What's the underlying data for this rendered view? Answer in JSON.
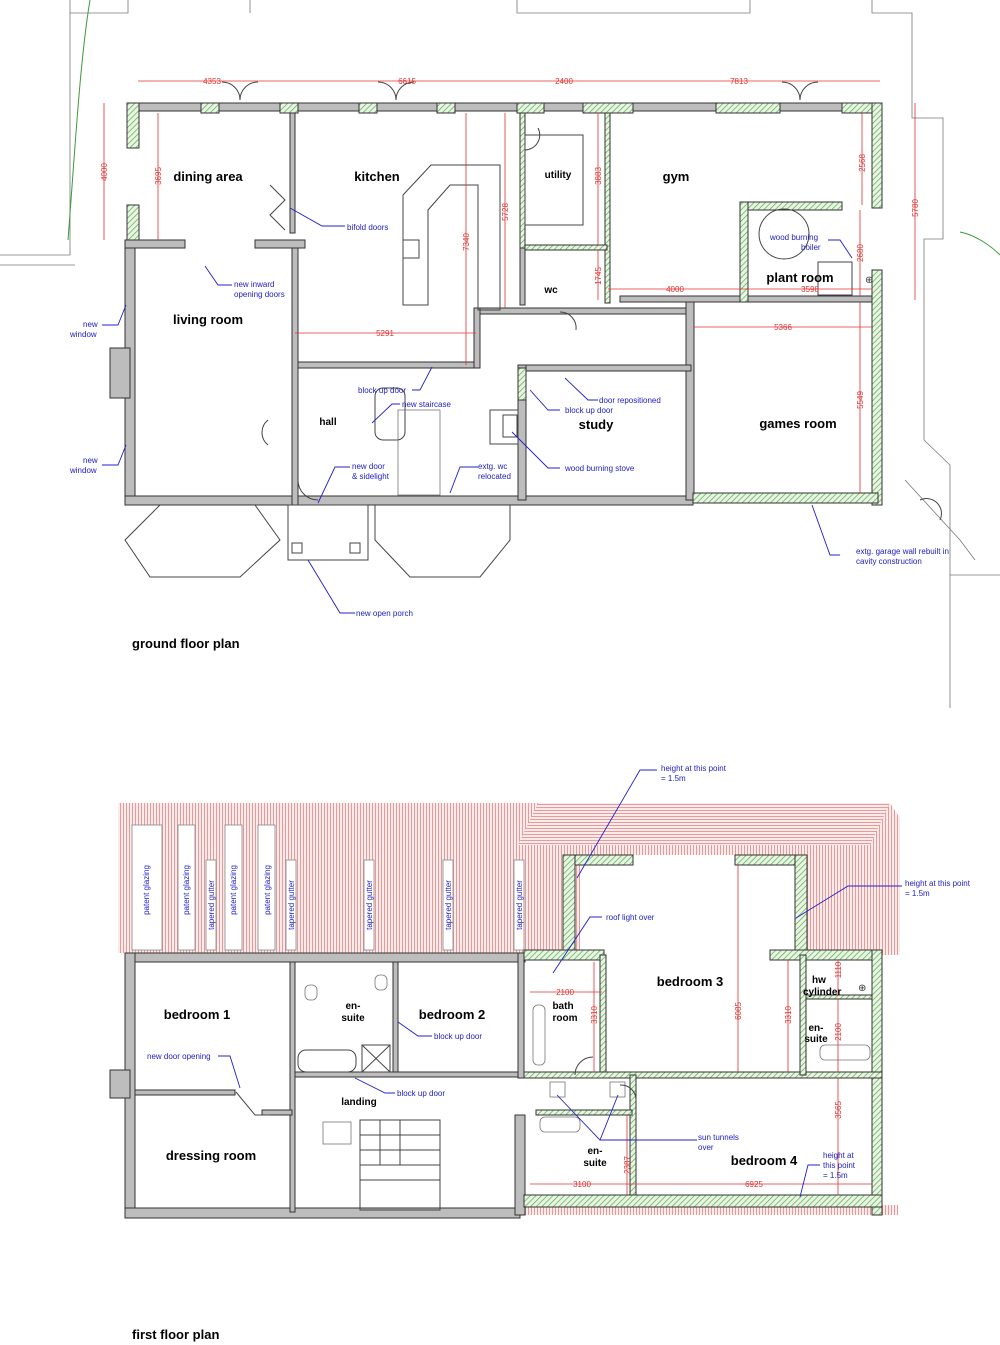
{
  "colors": {
    "dimension": "#e03030",
    "annotation": "#2020c8",
    "new_wall_hatch": "#7fc97f",
    "existing_wall": "#bdbdbd",
    "roof": "#e8a0a0"
  },
  "ground_floor": {
    "title": "ground floor plan",
    "rooms": {
      "dining_area": "dining area",
      "kitchen": "kitchen",
      "utility": "utility",
      "gym": "gym",
      "plant_room": "plant room",
      "wc": "wc",
      "living_room": "living room",
      "hall": "hall",
      "study": "study",
      "games_room": "games room"
    },
    "dimensions": [
      "4353",
      "6615",
      "2400",
      "7813",
      "4000",
      "3695",
      "7340",
      "5728",
      "3883",
      "2568",
      "5780",
      "2680",
      "1745",
      "4000",
      "3598",
      "5366",
      "5291",
      "5549"
    ],
    "notes": {
      "bifold_doors": "bifold doors",
      "inward_doors_1": "new inward",
      "inward_doors_2": "opening doors",
      "new_window_a1": "new",
      "new_window_a2": "window",
      "new_window_b1": "new",
      "new_window_b2": "window",
      "block_up_door_hall": "block up door",
      "new_staircase": "new staircase",
      "new_door_1": "new door",
      "new_door_2": "& sidelight",
      "wc_relocated_1": "extg. wc",
      "wc_relocated_2": "relocated",
      "door_repositioned": "door repositioned",
      "block_up_door_study": "block up door",
      "wood_burning_stove": "wood burning stove",
      "boiler_1": "wood burning",
      "boiler_2": "boiler",
      "garage_wall_1": "extg. garage wall rebuilt in",
      "garage_wall_2": "cavity construction",
      "open_porch": "new open porch"
    }
  },
  "first_floor": {
    "title": "first floor plan",
    "rooms": {
      "bedroom_1": "bedroom 1",
      "ensuite_1a": "en-",
      "ensuite_1b": "suite",
      "bedroom_2": "bedroom 2",
      "bathroom_1": "bath",
      "bathroom_2": "room",
      "bedroom_3": "bedroom 3",
      "hw_cylinder_1": "hw",
      "hw_cylinder_2": "cylinder",
      "ensuite_3a": "en-",
      "ensuite_3b": "suite",
      "landing": "landing",
      "dressing_room": "dressing room",
      "ensuite_4a": "en-",
      "ensuite_4b": "suite",
      "bedroom_4": "bedroom 4"
    },
    "roof_labels": [
      "patent glazing",
      "patent glazing",
      "tapered gutter",
      "patent glazing",
      "patent glazing",
      "tapered gutter",
      "tapered gutter",
      "tapered gutter",
      "tapered gutter"
    ],
    "dimensions": [
      "2100",
      "3310",
      "6085",
      "1110",
      "3310",
      "2100",
      "3565",
      "2387",
      "3100",
      "6925"
    ],
    "notes": {
      "height_a1": "height at this point",
      "height_a2": "= 1.5m",
      "height_b1": "height at this point",
      "height_b2": "= 1.5m",
      "height_c1": "height at",
      "height_c2": "this point",
      "height_c3": "= 1.5m",
      "roof_light": "roof light over",
      "block_up_door_bed2": "block up door",
      "new_door_opening": "new door opening",
      "block_up_door_landing": "block up door",
      "sun_tunnels_1": "sun tunnels",
      "sun_tunnels_2": "over"
    }
  }
}
